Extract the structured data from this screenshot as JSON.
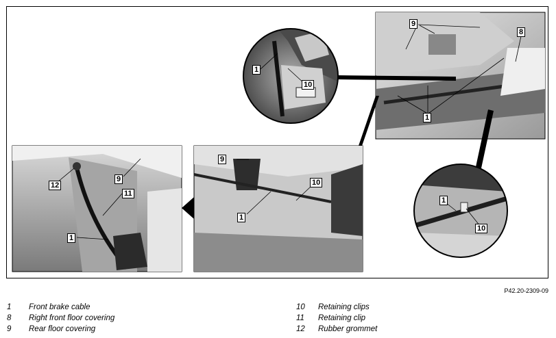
{
  "callouts": {
    "c1": "1",
    "c10": "10",
    "c9": "9",
    "c8": "8",
    "c1b": "1",
    "c9b": "9",
    "c10b": "10",
    "c1c": "1",
    "c12": "12",
    "c9c": "9",
    "c11": "11",
    "c1d": "1",
    "c1e": "1",
    "c10e": "10"
  },
  "reference_code": "P42.20-2309-09",
  "legend_left": [
    {
      "num": "1",
      "text": "Front brake cable"
    },
    {
      "num": "8",
      "text": "Right front floor covering"
    },
    {
      "num": "9",
      "text": "Rear floor covering"
    }
  ],
  "legend_right": [
    {
      "num": "10",
      "text": "Retaining clips"
    },
    {
      "num": "11",
      "text": "Retaining clip"
    },
    {
      "num": "12",
      "text": "Rubber grommet"
    }
  ]
}
